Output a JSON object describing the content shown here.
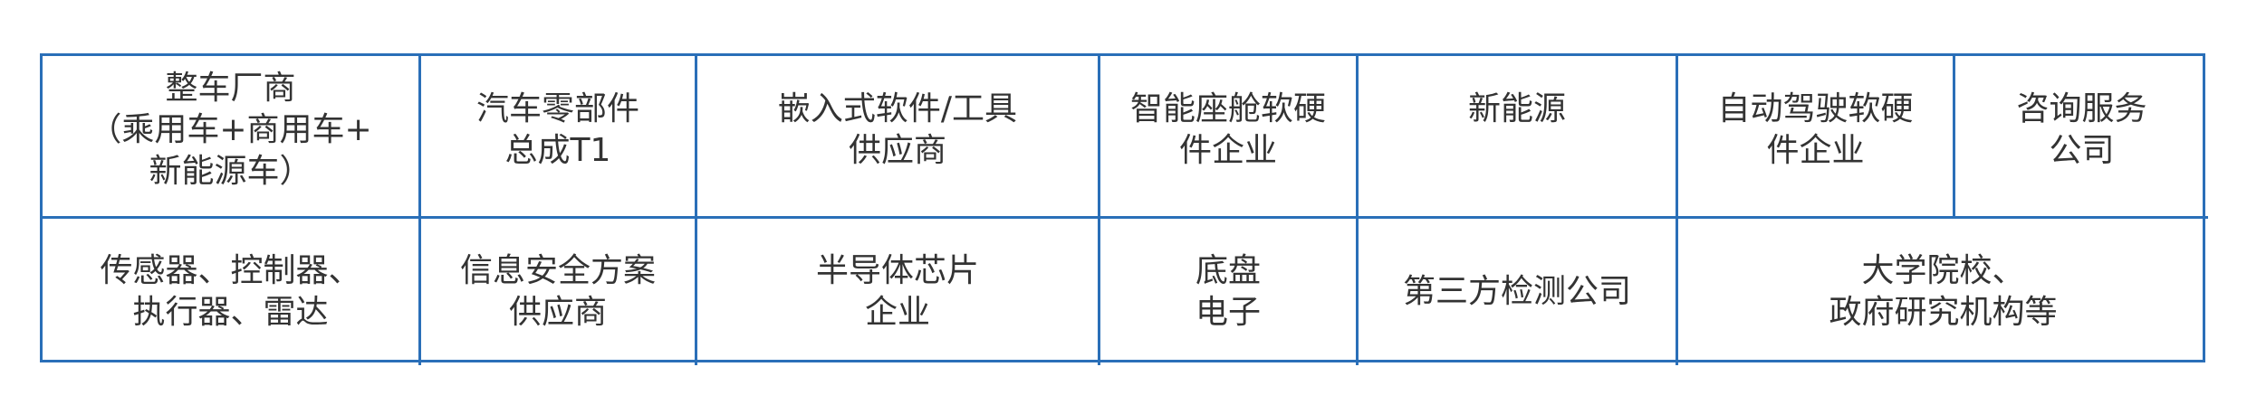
{
  "table": {
    "row1": [
      {
        "lines": [
          "整车厂商",
          "（乘用车+商用车+",
          "新能源车）"
        ]
      },
      {
        "lines": [
          "汽车零部件",
          "总成T1"
        ]
      },
      {
        "lines": [
          "嵌入式软件/工具",
          "供应商"
        ]
      },
      {
        "lines": [
          "智能座舱软硬",
          "件企业"
        ]
      },
      {
        "lines": [
          "新能源"
        ]
      },
      {
        "lines": [
          "自动驾驶软硬",
          "件企业"
        ]
      },
      {
        "lines": [
          "咨询服务",
          "公司"
        ]
      }
    ],
    "row2": [
      {
        "lines": [
          "传感器、控制器、",
          "执行器、雷达"
        ]
      },
      {
        "lines": [
          "信息安全方案",
          "供应商"
        ]
      },
      {
        "lines": [
          "半导体芯片",
          "企业"
        ]
      },
      {
        "lines": [
          "底盘",
          "电子"
        ]
      },
      {
        "lines": [
          "第三方检测公司"
        ]
      },
      {
        "lines": [
          "大学院校、",
          "政府研究机构等"
        ]
      }
    ]
  },
  "colors": {
    "border": "#2a6fb8",
    "text": "#333333"
  }
}
